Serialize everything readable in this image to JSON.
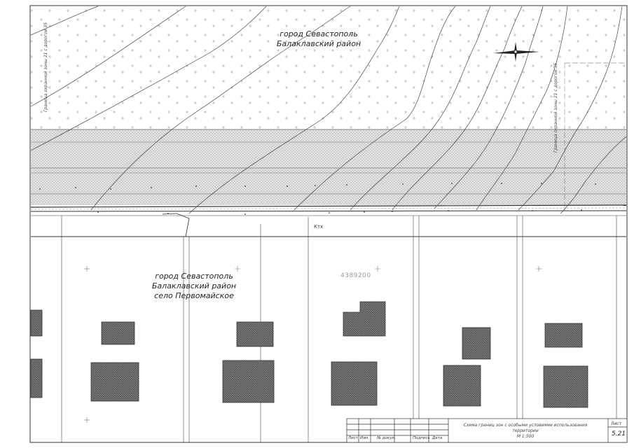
{
  "map": {
    "label_top": [
      "город Севастополь",
      "Балаклавский район"
    ],
    "label_bottom": [
      "город Севастополь",
      "Балаклавский район",
      "село Первомайское"
    ],
    "parcel_id": "4389200",
    "road_tag": "Ктх",
    "note_left": "Граница охранной зоны 21 с дорогой 35",
    "note_right": "Граница охранной зоны 21 с дорогой 35"
  },
  "title_block": {
    "title_line1": "Схема границ зон с особыми условиями использования территории",
    "title_line2": "М 1:500",
    "sheet_label": "Лист",
    "sheet_number": "5.21",
    "columns": [
      "Лист",
      "Изм.",
      "№ докум.",
      "Подпись",
      "Дата"
    ]
  },
  "colors": {
    "line": "#333333",
    "hatch": "#9a9a9a",
    "building": "#6a6a6a"
  }
}
